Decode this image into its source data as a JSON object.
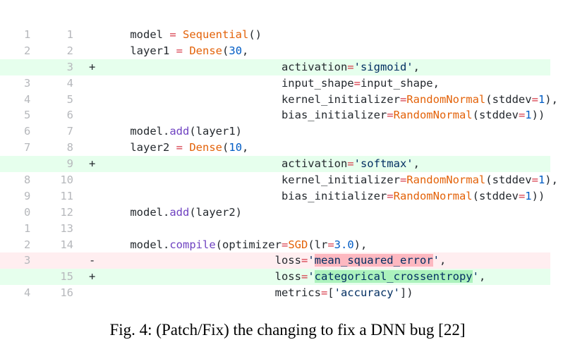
{
  "diff": {
    "rows": [
      {
        "type": "ctx",
        "old": "1",
        "new": "1",
        "segments": [
          {
            "t": "    model "
          },
          {
            "t": "=",
            "c": "op"
          },
          {
            "t": " "
          },
          {
            "t": "Sequential",
            "c": "cls"
          },
          {
            "t": "()"
          }
        ]
      },
      {
        "type": "ctx",
        "old": "2",
        "new": "2",
        "segments": [
          {
            "t": "    layer1 "
          },
          {
            "t": "=",
            "c": "op"
          },
          {
            "t": " "
          },
          {
            "t": "Dense",
            "c": "cls"
          },
          {
            "t": "("
          },
          {
            "t": "30",
            "c": "num"
          },
          {
            "t": ","
          }
        ]
      },
      {
        "type": "add",
        "old": "",
        "new": "3",
        "sign": "+",
        "segments": [
          {
            "t": "                           activation"
          },
          {
            "t": "=",
            "c": "op"
          },
          {
            "t": "'sigmoid'",
            "c": "str"
          },
          {
            "t": ","
          }
        ]
      },
      {
        "type": "ctx",
        "old": "3",
        "new": "4",
        "segments": [
          {
            "t": "                           input_shape"
          },
          {
            "t": "=",
            "c": "op"
          },
          {
            "t": "input_shape,"
          }
        ]
      },
      {
        "type": "ctx",
        "old": "4",
        "new": "5",
        "segments": [
          {
            "t": "                           kernel_initializer"
          },
          {
            "t": "=",
            "c": "op"
          },
          {
            "t": "RandomNormal",
            "c": "cls"
          },
          {
            "t": "(stddev"
          },
          {
            "t": "=",
            "c": "op"
          },
          {
            "t": "1",
            "c": "num"
          },
          {
            "t": "),"
          }
        ]
      },
      {
        "type": "ctx",
        "old": "5",
        "new": "6",
        "segments": [
          {
            "t": "                           bias_initializer"
          },
          {
            "t": "=",
            "c": "op"
          },
          {
            "t": "RandomNormal",
            "c": "cls"
          },
          {
            "t": "(stddev"
          },
          {
            "t": "=",
            "c": "op"
          },
          {
            "t": "1",
            "c": "num"
          },
          {
            "t": "))"
          }
        ]
      },
      {
        "type": "ctx",
        "old": "6",
        "new": "7",
        "segments": [
          {
            "t": "    model."
          },
          {
            "t": "add",
            "c": "fn"
          },
          {
            "t": "(layer1)"
          }
        ]
      },
      {
        "type": "ctx",
        "old": "7",
        "new": "8",
        "segments": [
          {
            "t": "    layer2 "
          },
          {
            "t": "=",
            "c": "op"
          },
          {
            "t": " "
          },
          {
            "t": "Dense",
            "c": "cls"
          },
          {
            "t": "("
          },
          {
            "t": "10",
            "c": "num"
          },
          {
            "t": ","
          }
        ]
      },
      {
        "type": "add",
        "old": "",
        "new": "9",
        "sign": "+",
        "segments": [
          {
            "t": "                           activation"
          },
          {
            "t": "=",
            "c": "op"
          },
          {
            "t": "'softmax'",
            "c": "str"
          },
          {
            "t": ","
          }
        ]
      },
      {
        "type": "ctx",
        "old": "8",
        "new": "10",
        "segments": [
          {
            "t": "                           kernel_initializer"
          },
          {
            "t": "=",
            "c": "op"
          },
          {
            "t": "RandomNormal",
            "c": "cls"
          },
          {
            "t": "(stddev"
          },
          {
            "t": "=",
            "c": "op"
          },
          {
            "t": "1",
            "c": "num"
          },
          {
            "t": "),"
          }
        ]
      },
      {
        "type": "ctx",
        "old": "9",
        "new": "11",
        "segments": [
          {
            "t": "                           bias_initializer"
          },
          {
            "t": "=",
            "c": "op"
          },
          {
            "t": "RandomNormal",
            "c": "cls"
          },
          {
            "t": "(stddev"
          },
          {
            "t": "=",
            "c": "op"
          },
          {
            "t": "1",
            "c": "num"
          },
          {
            "t": "))"
          }
        ]
      },
      {
        "type": "ctx",
        "old": "0",
        "new": "12",
        "segments": [
          {
            "t": "    model."
          },
          {
            "t": "add",
            "c": "fn"
          },
          {
            "t": "(layer2)"
          }
        ]
      },
      {
        "type": "ctx",
        "old": "1",
        "new": "13",
        "segments": []
      },
      {
        "type": "ctx",
        "old": "2",
        "new": "14",
        "segments": [
          {
            "t": "    model."
          },
          {
            "t": "compile",
            "c": "fn"
          },
          {
            "t": "(optimizer"
          },
          {
            "t": "=",
            "c": "op"
          },
          {
            "t": "SGD",
            "c": "cls"
          },
          {
            "t": "(lr"
          },
          {
            "t": "=",
            "c": "op"
          },
          {
            "t": "3.0",
            "c": "num"
          },
          {
            "t": "),"
          }
        ]
      },
      {
        "type": "del",
        "old": "3",
        "new": "",
        "sign": "-",
        "segments": [
          {
            "t": "                          loss"
          },
          {
            "t": "=",
            "c": "op"
          },
          {
            "t": "'",
            "c": "str"
          },
          {
            "t": "mean_squared_error",
            "c": "str",
            "hl": "del"
          },
          {
            "t": "'",
            "c": "str"
          },
          {
            "t": ","
          }
        ]
      },
      {
        "type": "add",
        "old": "",
        "new": "15",
        "sign": "+",
        "segments": [
          {
            "t": "                          loss"
          },
          {
            "t": "=",
            "c": "op"
          },
          {
            "t": "'",
            "c": "str"
          },
          {
            "t": "categorical_crossentropy",
            "c": "str",
            "hl": "add"
          },
          {
            "t": "'",
            "c": "str"
          },
          {
            "t": ","
          }
        ]
      },
      {
        "type": "ctx",
        "old": "4",
        "new": "16",
        "segments": [
          {
            "t": "                          metrics"
          },
          {
            "t": "=",
            "c": "op"
          },
          {
            "t": "["
          },
          {
            "t": "'accuracy'",
            "c": "str"
          },
          {
            "t": "])"
          }
        ]
      }
    ]
  },
  "caption": "Fig. 4: (Patch/Fix) the changing to fix a DNN bug [22]"
}
